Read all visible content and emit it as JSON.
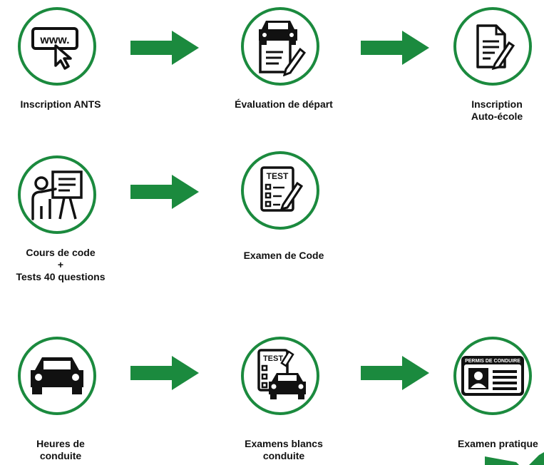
{
  "steps": [
    {
      "id": "inscription-ants",
      "label": "Inscription ANTS",
      "icon": "www-cursor-icon"
    },
    {
      "id": "evaluation-depart",
      "label": "Évaluation de départ",
      "icon": "car-clipboard-icon"
    },
    {
      "id": "inscription-auto-ecole",
      "label": "Inscription\nAuto-école",
      "icon": "document-pen-icon"
    },
    {
      "id": "cours-code",
      "label": "Cours de code\n+\nTests 40 questions",
      "icon": "teacher-board-icon"
    },
    {
      "id": "examen-code",
      "label": "Examen de Code",
      "icon": "test-sheet-icon"
    },
    {
      "id": "heures-conduite",
      "label": "Heures de\nconduite",
      "icon": "car-icon"
    },
    {
      "id": "examens-blancs",
      "label": "Examens blancs\nconduite",
      "icon": "test-car-icon"
    },
    {
      "id": "examen-pratique",
      "label": "Examen pratique",
      "icon": "license-card-icon"
    }
  ],
  "license_card_text": "PERMIS DE CONDUIRE",
  "test_text": "TEST",
  "www_text": "www.",
  "colors": {
    "accent": "#1b8a3e",
    "ink": "#111111"
  }
}
